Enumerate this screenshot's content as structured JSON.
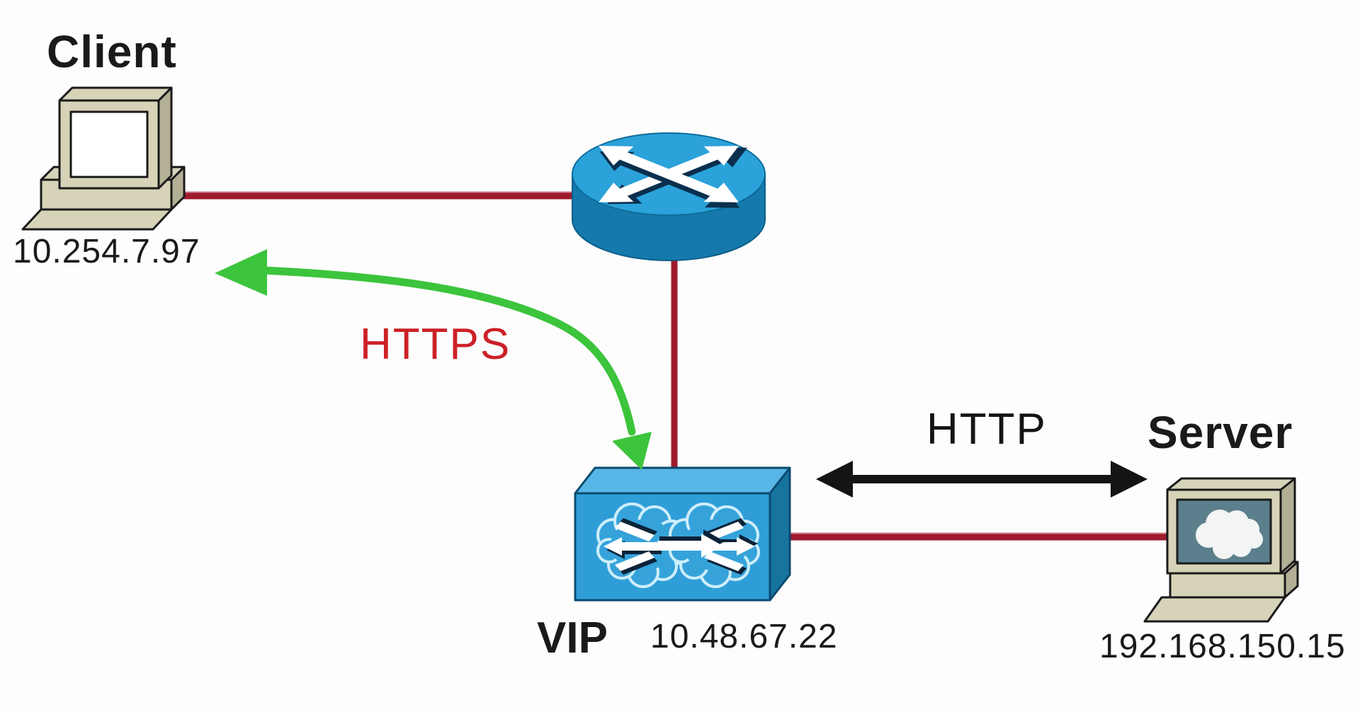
{
  "diagram_title": "Client - Router - VIP - Server HTTPS/HTTP flow diagram",
  "nodes": {
    "client": {
      "title": "Client",
      "ip": "10.254.7.97"
    },
    "router": {
      "name": "router"
    },
    "vip": {
      "title": "VIP",
      "ip": "10.48.67.22"
    },
    "server": {
      "title": "Server",
      "ip": "192.168.150.15"
    }
  },
  "links": {
    "https": {
      "label": "HTTPS",
      "from": "vip",
      "to": "client",
      "style": "curved-green-arrow-double-headed"
    },
    "http": {
      "label": "HTTP",
      "from": "vip",
      "to": "server",
      "style": "black-double-headed-arrow"
    },
    "client_router": {
      "style": "red-line"
    },
    "router_vip": {
      "style": "red-line"
    },
    "vip_server": {
      "style": "red-line"
    }
  },
  "icons": {
    "client-computer-icon": "beige-desktop-workstation",
    "router-icon": "blue-cylinder-router-with-crossing-arrows",
    "vip-switch-icon": "blue-content-switch-box-with-two-clouds-and-arrows",
    "server-computer-icon": "beige-desktop-with-cloud-on-teal-screen",
    "https-arrow-icon": "green-curved-arrow",
    "http-arrow-icon": "black-double-headed-arrow"
  },
  "colors": {
    "connector_red": "#9e1a2d",
    "https_label_red": "#cc2127",
    "https_arrow_green": "#3cc43c",
    "http_arrow_black": "#141414",
    "router_blue_top": "#2ba2da",
    "router_blue_side": "#1579ab",
    "switch_blue_front": "#2f9ed8",
    "switch_blue_top": "#58b6e6",
    "switch_blue_side": "#17749f",
    "chassis_beige_light": "#d6d3b8",
    "chassis_beige_dark": "#b3b096",
    "server_screen_teal": "#5b7f8c",
    "label_black": "#1a1a1a"
  }
}
